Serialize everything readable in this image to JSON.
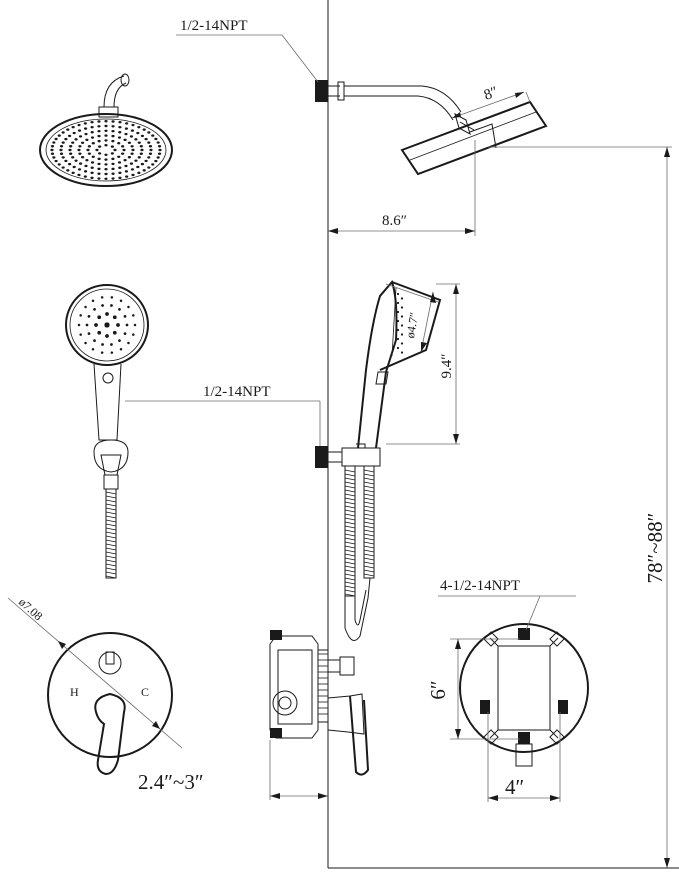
{
  "labels": {
    "thread_shower_arm": "1/2-14NPT",
    "head_diameter": "8″",
    "arm_length": "8.6″",
    "handheld_diameter": "ø4.7″",
    "handheld_length": "9.4″",
    "thread_handheld": "1/2-14NPT",
    "trim_diameter": "ø7.08",
    "hot": "H",
    "cold": "C",
    "wall_depth": "2.4″~3″",
    "valve_threads": "4-1/2-14NPT",
    "valve_height": "6″",
    "valve_width": "4″",
    "install_height": "78″~88″"
  },
  "icons": [
    "rain-shower-head",
    "handheld-shower",
    "hose",
    "trim-plate",
    "lever-handle",
    "rough-in-valve"
  ]
}
